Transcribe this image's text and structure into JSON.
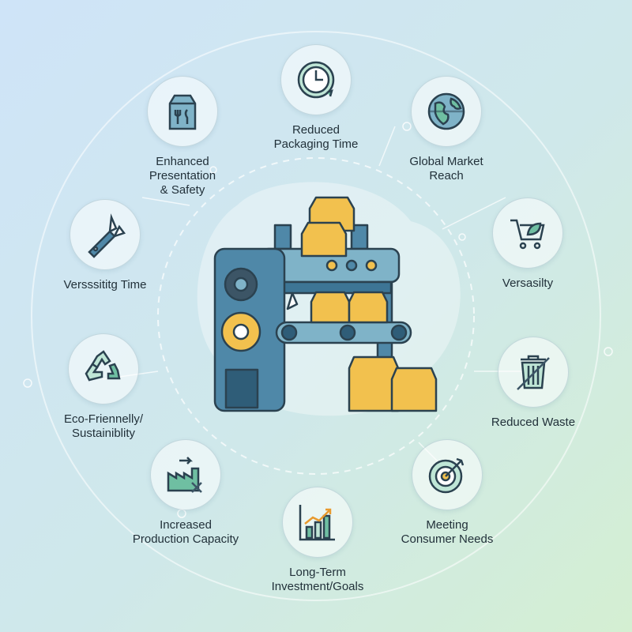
{
  "colors": {
    "bg_top_left": "#cfe5f7",
    "bg_bottom_right": "#d6efd5",
    "machine_blue": "#4f88a8",
    "machine_dark": "#2f5d78",
    "box_yellow": "#f2c14e",
    "box_outline": "#3a4a55",
    "icon_teal": "#6fbfa2",
    "icon_stroke": "#2b4250"
  },
  "benefits": [
    {
      "id": "reduced-packaging-time",
      "label": "Reduced\nPackaging Time",
      "icon": "clock-icon"
    },
    {
      "id": "global-market-reach",
      "label": "Global Market\nReach",
      "icon": "globe-icon"
    },
    {
      "id": "versasilty",
      "label": "Versasilty",
      "icon": "shopping-cart-leaf-icon"
    },
    {
      "id": "reduced-waste",
      "label": "Reduced Waste",
      "icon": "trash-can-icon"
    },
    {
      "id": "meeting-consumer-needs",
      "label": "Meeting\nConsumer Needs",
      "icon": "target-icon"
    },
    {
      "id": "long-term-investment",
      "label": "Long-Term\nInvestment/Goals",
      "icon": "growth-chart-icon"
    },
    {
      "id": "increased-production-capacity",
      "label": "Increased\nProduction Capacity",
      "icon": "factory-icon"
    },
    {
      "id": "eco-friendly",
      "label": "Eco-Friennelly/\nSustainiblity",
      "icon": "recycle-icon"
    },
    {
      "id": "versatility-time",
      "label": "Versssititg Time",
      "icon": "multi-tool-icon"
    },
    {
      "id": "enhanced-presentation",
      "label": "Enhanced\nPresentation\n& Safety",
      "icon": "food-carton-icon"
    }
  ],
  "center": {
    "icon": "packaging-machine-icon"
  }
}
